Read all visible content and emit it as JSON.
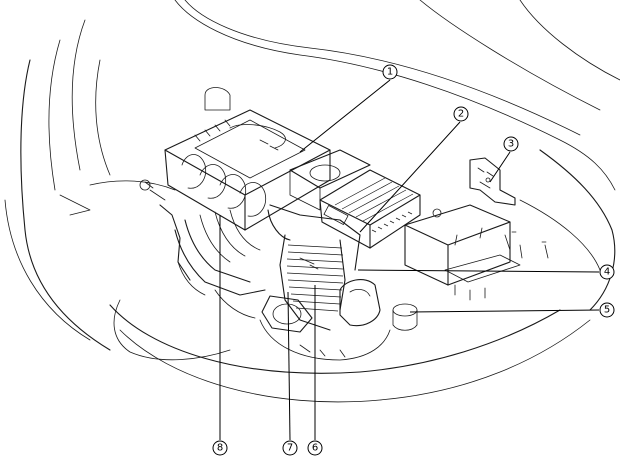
{
  "callouts": [
    {
      "id": "callout-1",
      "number": "1"
    },
    {
      "id": "callout-2",
      "number": "2"
    },
    {
      "id": "callout-3",
      "number": "3"
    },
    {
      "id": "callout-4",
      "number": "4"
    },
    {
      "id": "callout-5",
      "number": "5"
    },
    {
      "id": "callout-6",
      "number": "6"
    },
    {
      "id": "callout-7",
      "number": "7"
    },
    {
      "id": "callout-8",
      "number": "8"
    }
  ]
}
